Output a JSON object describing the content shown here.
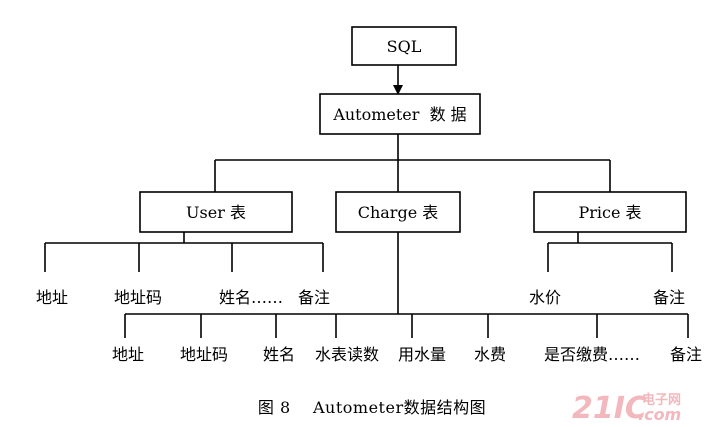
{
  "nodes": {
    "sql": "SQL",
    "automater": "Autometer  数 据",
    "user": "User 表",
    "charge": "Charge 表",
    "price": "Price 表"
  },
  "user_fields": [
    "地址",
    "地址码",
    "姓名……",
    "备注"
  ],
  "price_fields": [
    "水价",
    "备注"
  ],
  "charge_fields": [
    "地址",
    "地址码",
    "姓名",
    "水表读数",
    "用水量",
    "水费",
    "是否缴费……",
    "备注"
  ],
  "caption": "图 8    Autometer数据结构图",
  "watermark": {
    "main": "21IC",
    "cn": "电子网",
    "dotcom": ".com",
    "color": "#f2b8bd"
  }
}
